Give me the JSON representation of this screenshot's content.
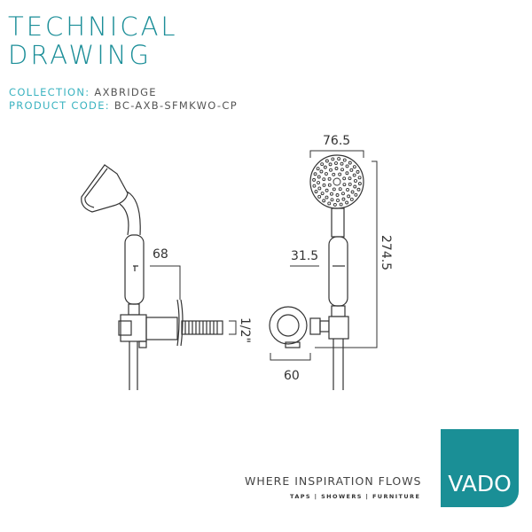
{
  "header": {
    "title_line1": "TECHNICAL",
    "title_line2": "DRAWING"
  },
  "meta": {
    "collection_label": "COLLECTION:",
    "collection_value": "AXBRIDGE",
    "product_code_label": "PRODUCT CODE:",
    "product_code_value": "BC-AXB-SFMKWO-CP"
  },
  "dimensions": {
    "projection": "68",
    "thread": "1/2\"",
    "head_width": "76.5",
    "handle_width": "31.5",
    "height": "274.5",
    "bracket_width": "60"
  },
  "footer": {
    "slogan": "WHERE INSPIRATION FLOWS",
    "tagline": "TAPS | SHOWERS | FURNITURE",
    "brand": "VADO"
  },
  "colors": {
    "brand": "#1a8f96",
    "accent": "#3bb3c0"
  }
}
